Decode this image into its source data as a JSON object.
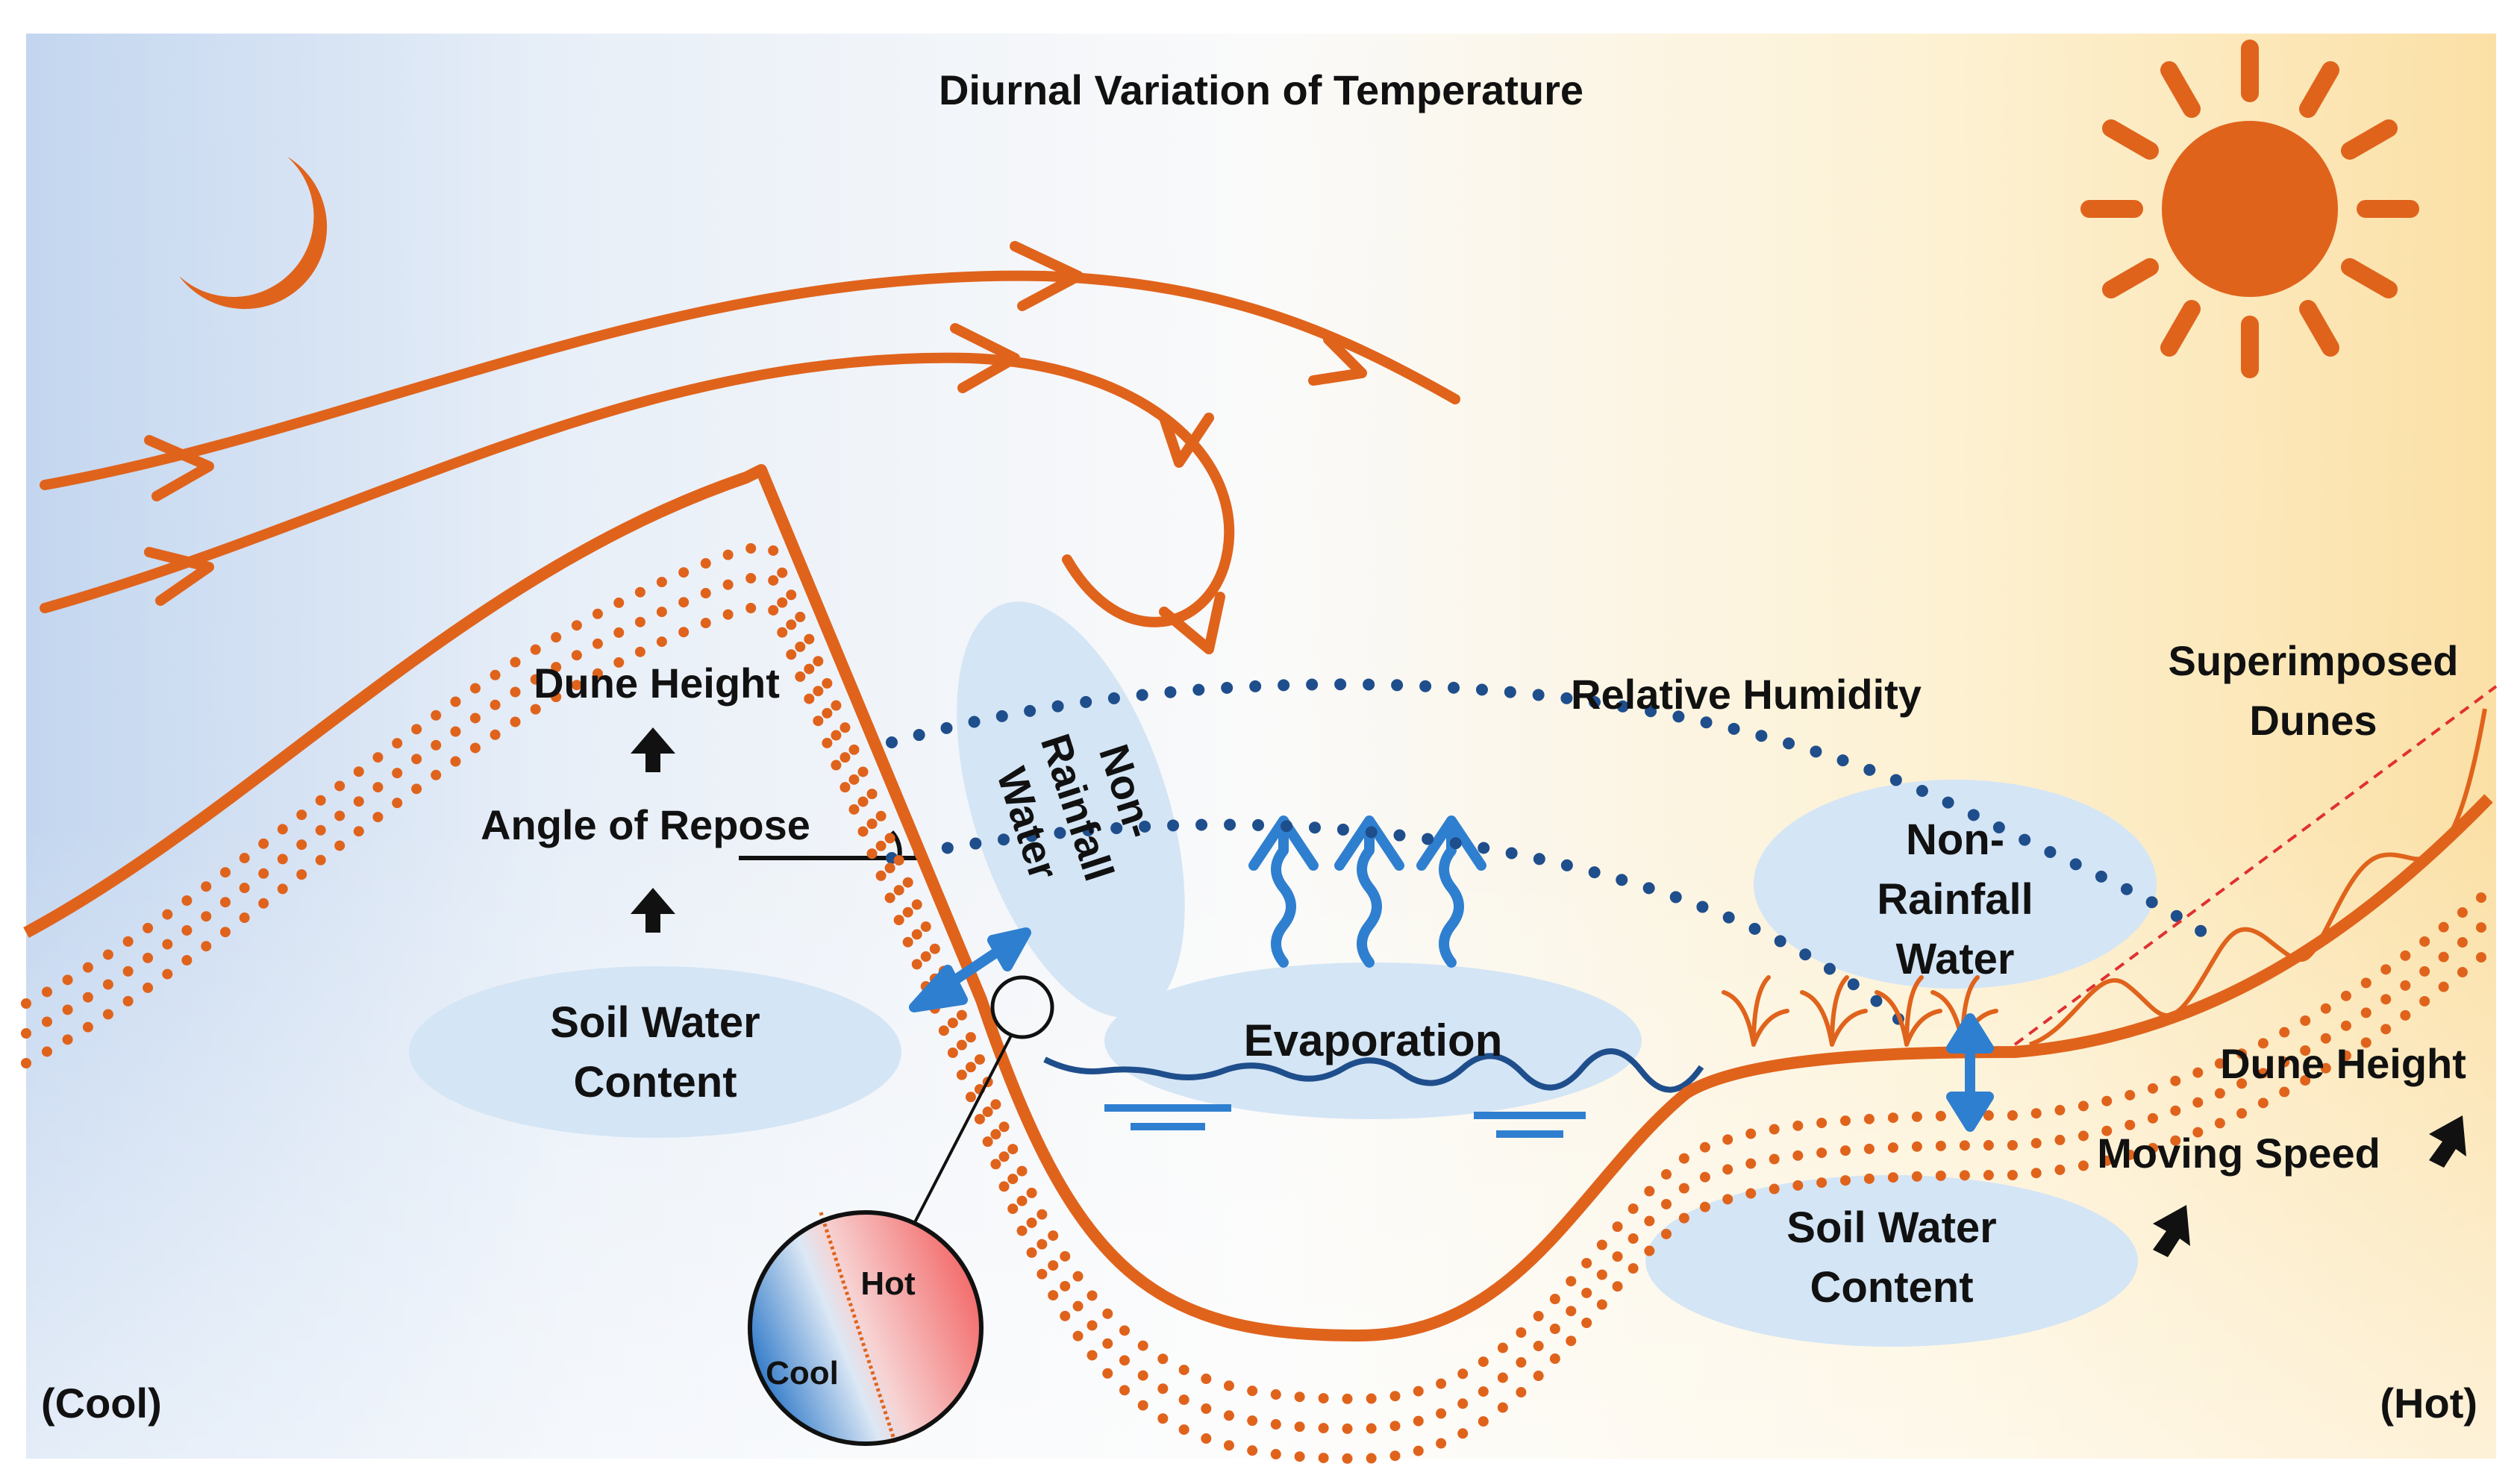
{
  "title": "Diurnal Variation of Temperature",
  "labels": {
    "cool_corner": "(Cool)",
    "hot_corner": "(Hot)",
    "dune_height_left": "Dune Height",
    "angle_of_repose": "Angle of Repose",
    "soil_water_left_1": "Soil Water",
    "soil_water_left_2": "Content",
    "nrw_left_1": "Non-",
    "nrw_left_2": "Rainfall",
    "nrw_left_3": "Water",
    "relative_humidity": "Relative Humidity",
    "evaporation": "Evaporation",
    "nrw_right_1": "Non-",
    "nrw_right_2": "Rainfall",
    "nrw_right_3": "Water",
    "superimposed_1": "Superimposed",
    "superimposed_2": "Dunes",
    "dune_height_right": "Dune Height",
    "moving_speed": "Moving Speed",
    "soil_water_right_1": "Soil Water",
    "soil_water_right_2": "Content",
    "inset_hot": "Hot",
    "inset_cool": "Cool"
  },
  "colors": {
    "dune": "#E0631C",
    "cool_bg": "#C9DAF0",
    "hot_bg": "#FBE5B0",
    "humidity_dots": "#1F4E8C",
    "water_arrow": "#2F7FD0",
    "ellipse": "#D4E5F5"
  },
  "icons": [
    "moon-icon",
    "sun-icon",
    "wind-arrows",
    "up-arrow-icon",
    "double-arrow-icon",
    "evaporation-arrow-icon",
    "vegetation-icon"
  ]
}
